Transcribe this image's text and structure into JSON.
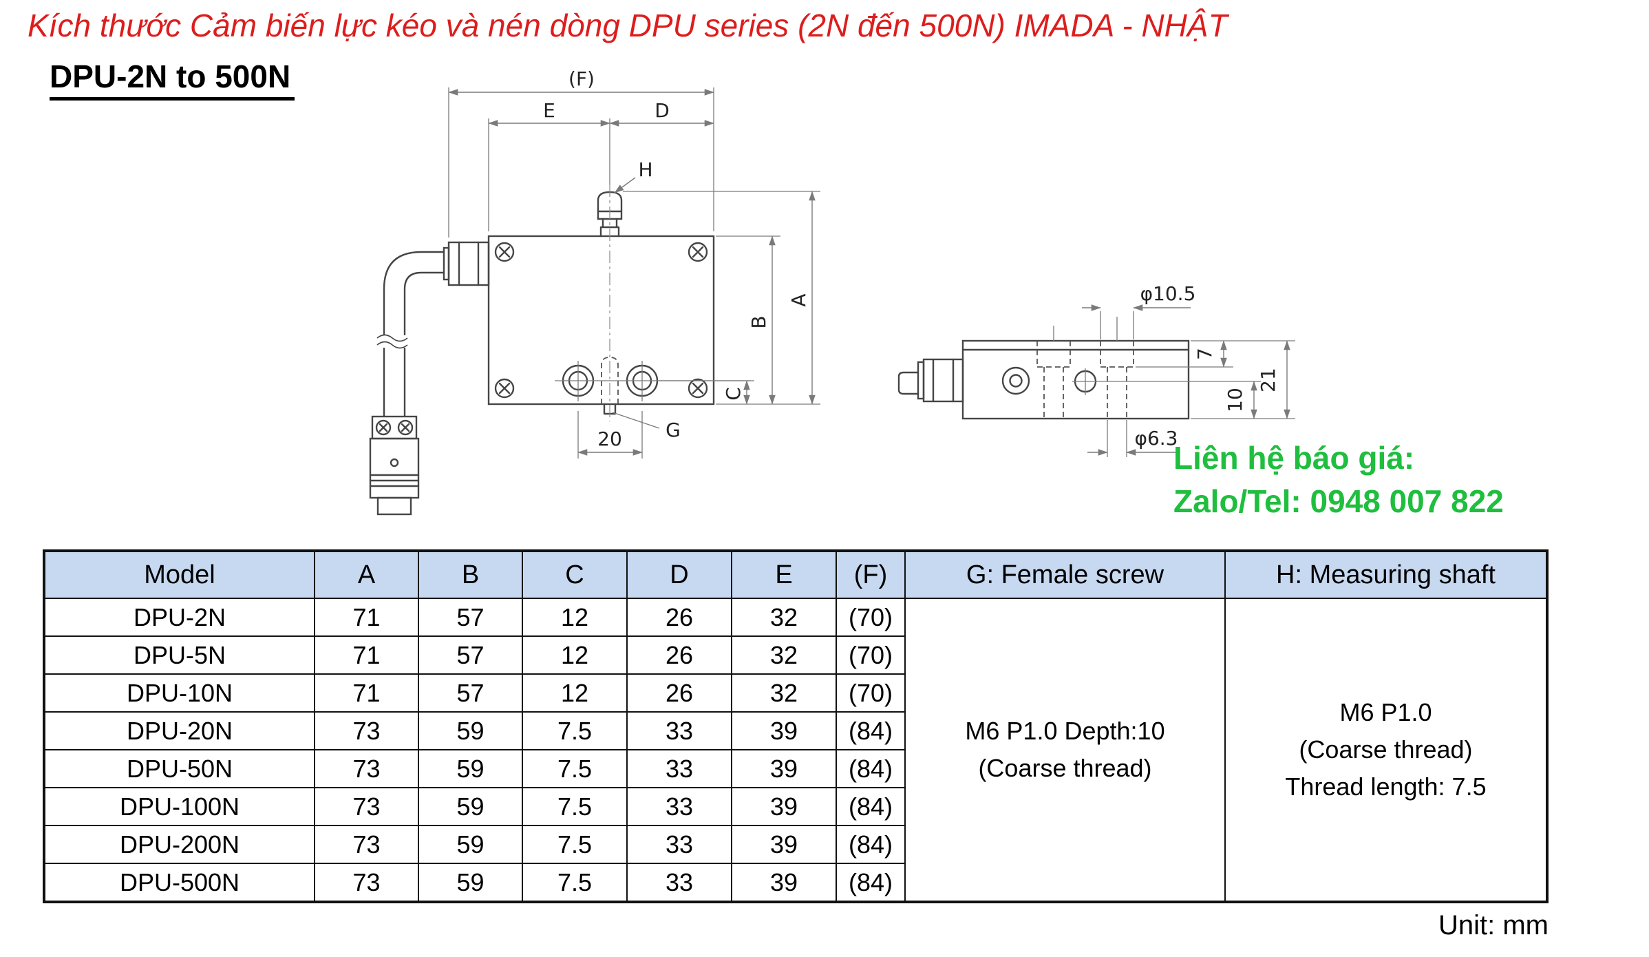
{
  "page": {
    "title": "Kích thước Cảm biến lực kéo và nén dòng DPU series (2N đến 500N)  IMADA - NHẬT",
    "subtitle": "DPU-2N to 500N",
    "unit_note": "Unit: mm"
  },
  "contact": {
    "line1": "Liên hệ báo giá:",
    "line2": "Zalo/Tel: 0948 007 822",
    "color": "#1fbe3e"
  },
  "colors": {
    "title_red": "#dd1d1d",
    "header_blue": "#c7d9f1",
    "drawing_line": "#454545"
  },
  "drawing": {
    "front_view": {
      "f": "(F)",
      "e": "E",
      "d": "D",
      "h": "H",
      "a": "A",
      "b": "B",
      "c": "C",
      "g": "G",
      "width_20": "20"
    },
    "side_view": {
      "top_dia": "φ10.5",
      "counterbore_depth": "7",
      "total_height": "21",
      "hole_depth": "10",
      "bottom_dia": "φ6.3"
    }
  },
  "table": {
    "headers": [
      "Model",
      "A",
      "B",
      "C",
      "D",
      "E",
      "(F)"
    ],
    "col_g_header": "G: Female screw",
    "col_h_header": "H: Measuring shaft",
    "rows": [
      {
        "model": "DPU-2N",
        "values": [
          "71",
          "57",
          "12",
          "26",
          "32",
          "(70)"
        ]
      },
      {
        "model": "DPU-5N",
        "values": [
          "71",
          "57",
          "12",
          "26",
          "32",
          "(70)"
        ]
      },
      {
        "model": "DPU-10N",
        "values": [
          "71",
          "57",
          "12",
          "26",
          "32",
          "(70)"
        ]
      },
      {
        "model": "DPU-20N",
        "values": [
          "73",
          "59",
          "7.5",
          "33",
          "39",
          "(84)"
        ]
      },
      {
        "model": "DPU-50N",
        "values": [
          "73",
          "59",
          "7.5",
          "33",
          "39",
          "(84)"
        ]
      },
      {
        "model": "DPU-100N",
        "values": [
          "73",
          "59",
          "7.5",
          "33",
          "39",
          "(84)"
        ]
      },
      {
        "model": "DPU-200N",
        "values": [
          "73",
          "59",
          "7.5",
          "33",
          "39",
          "(84)"
        ]
      },
      {
        "model": "DPU-500N",
        "values": [
          "73",
          "59",
          "7.5",
          "33",
          "39",
          "(84)"
        ]
      }
    ],
    "g_cell": {
      "line1": "M6 P1.0 Depth:10",
      "line2": "(Coarse thread)"
    },
    "h_cell": {
      "line1": "M6 P1.0",
      "line2": "(Coarse thread)",
      "line3": "Thread length: 7.5"
    }
  }
}
